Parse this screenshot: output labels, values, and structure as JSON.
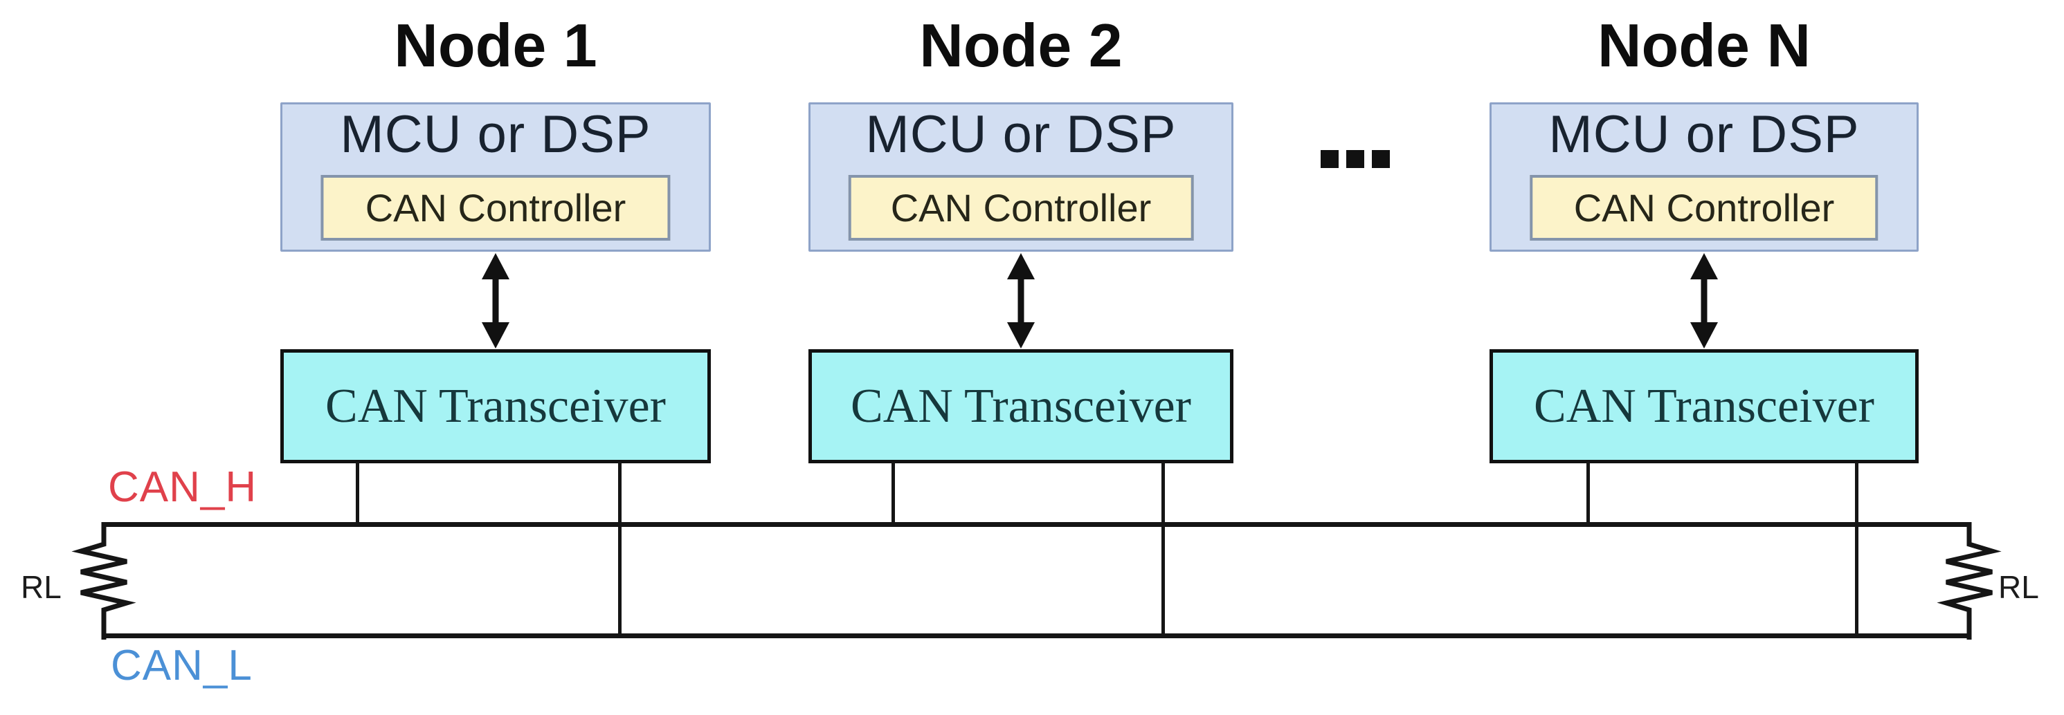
{
  "diagram": "CAN bus network topology",
  "nodes": [
    {
      "title": "Node 1",
      "mcu": "MCU or DSP",
      "controller": "CAN Controller",
      "transceiver": "CAN Transceiver"
    },
    {
      "title": "Node 2",
      "mcu": "MCU or DSP",
      "controller": "CAN Controller",
      "transceiver": "CAN Transceiver"
    },
    {
      "title": "Node N",
      "mcu": "MCU or DSP",
      "controller": "CAN Controller",
      "transceiver": "CAN Transceiver"
    }
  ],
  "ellipsis": "...",
  "bus": {
    "high_label": "CAN_H",
    "low_label": "CAN_L",
    "terminator_left_label": "RL",
    "terminator_right_label": "RL"
  },
  "colors": {
    "mcu_fill": "#d2def2",
    "mcu_border": "#8ea3c8",
    "mcu_text": "#18222f",
    "controller_fill": "#fcf3c9",
    "controller_border": "#8494ab",
    "controller_text": "#262619",
    "transceiver_fill": "#a6f3f4",
    "transceiver_border": "#111111",
    "transceiver_text": "#16383c",
    "line": "#151515",
    "title_text": "#0d0d0d",
    "can_h": "#e0414b",
    "can_l": "#4b90d6",
    "rl_text": "#1c1c1c",
    "background": "#ffffff"
  }
}
